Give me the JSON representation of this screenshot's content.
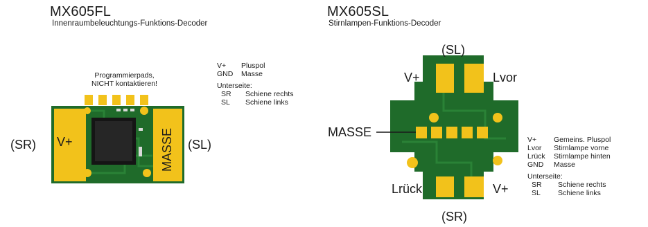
{
  "left_decoder": {
    "title": "MX605FL",
    "subtitle": "Innenraumbeleuchtungs-Funktions-Decoder",
    "prog_note_line1": "Programmierpads,",
    "prog_note_line2": "NICHT kontaktieren!",
    "label_left": "(SR)",
    "label_right": "(SL)",
    "pad_left_text": "V+",
    "pad_right_text": "MASSE",
    "legend": [
      {
        "key": "V+",
        "value": "Pluspol"
      },
      {
        "key": "GND",
        "value": "Masse"
      }
    ],
    "underside_title": "Unterseite:",
    "underside": [
      {
        "key": "SR",
        "value": "Schiene rechts"
      },
      {
        "key": "SL",
        "value": "Schiene links"
      }
    ]
  },
  "right_decoder": {
    "title": "MX605SL",
    "subtitle": "Stirnlampen-Funktions-Decoder",
    "label_top": "(SL)",
    "label_bottom": "(SR)",
    "label_vplus_top": "V+",
    "label_lvor": "Lvor",
    "label_masse": "MASSE",
    "label_lrueck": "Lrück",
    "label_vplus_bottom": "V+",
    "legend": [
      {
        "key": "V+",
        "value": "Gemeins. Pluspol"
      },
      {
        "key": "Lvor",
        "value": "Stirnlampe vorne"
      },
      {
        "key": "Lrück",
        "value": "Stirnlampe hinten"
      },
      {
        "key": "GND",
        "value": "Masse"
      }
    ],
    "underside_title": "Unterseite:",
    "underside": [
      {
        "key": "SR",
        "value": "Schiene rechts"
      },
      {
        "key": "SL",
        "value": "Schiene links"
      }
    ]
  },
  "colors": {
    "pcb_green": "#1f6b2a",
    "pcb_dark": "#14501d",
    "pad_gold": "#f2c21b",
    "chip_black": "#151515"
  }
}
